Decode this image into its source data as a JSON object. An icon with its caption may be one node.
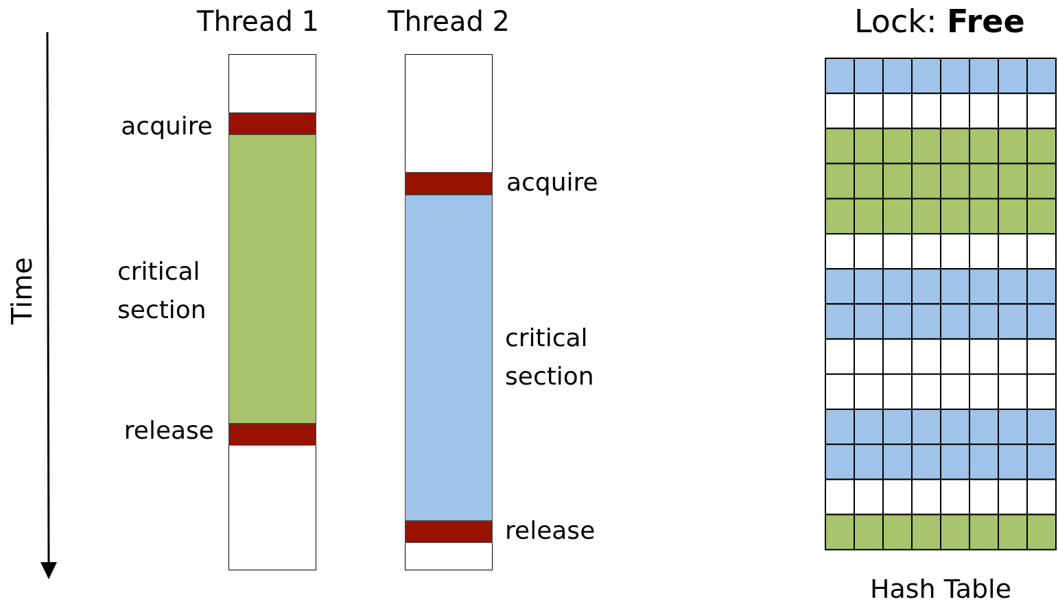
{
  "diagram": {
    "nodes": [
      {
        "text": [
          "Thread 1"
        ]
      },
      {
        "text": [],
        "shape": "bar",
        "in": 0,
        "beside": [
          "acquire"
        ]
      },
      {
        "text": [],
        "shape": "bar",
        "in": 0,
        "beside": [
          "critical section"
        ]
      },
      {
        "text": [],
        "shape": "bar",
        "in": 0,
        "beside": [
          "release"
        ]
      },
      {
        "text": [
          "Thread 2"
        ]
      },
      {
        "text": [],
        "shape": "bar",
        "in": 4,
        "beside": [
          "acquire"
        ]
      },
      {
        "text": [],
        "shape": "bar",
        "in": 4,
        "beside": [
          "critical section"
        ]
      },
      {
        "text": [],
        "shape": "bar",
        "in": 4,
        "beside": [
          "release"
        ]
      },
      {
        "text": [
          "Hash Table"
        ]
      }
    ],
    "edges": [],
    "labels": [
      "Time",
      "Lock: **Free**"
    ]
  }
}
